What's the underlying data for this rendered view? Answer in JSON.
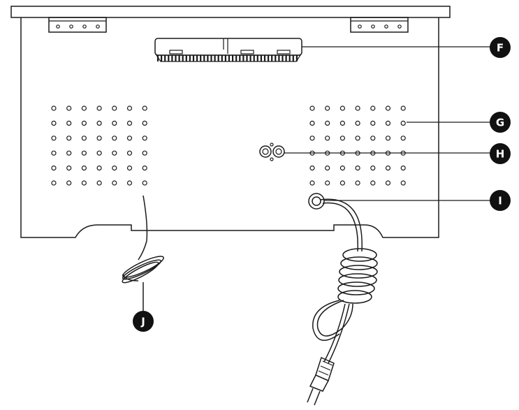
{
  "callouts": [
    {
      "id": "F",
      "label": "F",
      "part": "handle"
    },
    {
      "id": "G",
      "label": "G",
      "part": "vent-holes"
    },
    {
      "id": "H",
      "label": "H",
      "part": "audio-input-jacks"
    },
    {
      "id": "I",
      "label": "I",
      "part": "power-cord-entry"
    },
    {
      "id": "J",
      "label": "J",
      "part": "antenna-wire"
    }
  ],
  "colors": {
    "line": "#1a1a1a",
    "callout_fill": "#111111",
    "callout_text": "#ffffff",
    "background": "#ffffff"
  }
}
